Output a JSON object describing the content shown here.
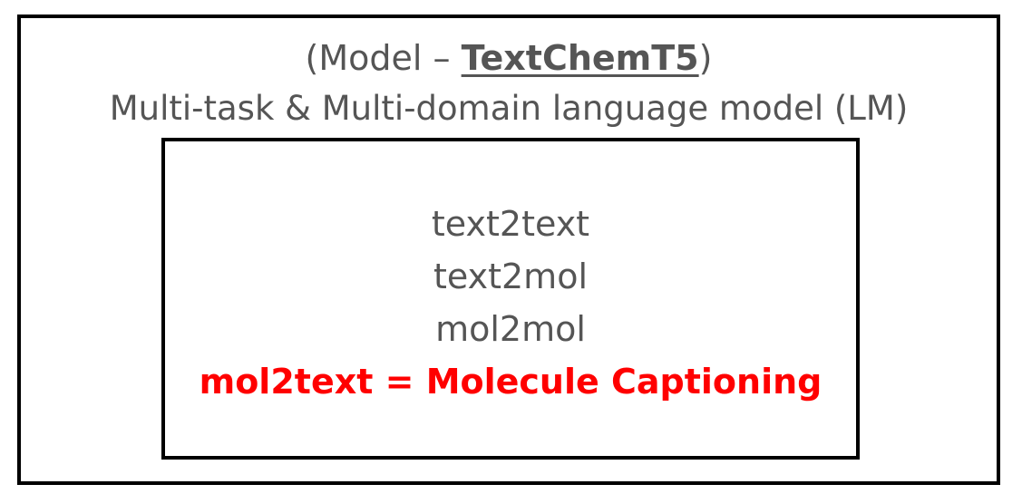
{
  "header": {
    "model_prefix": "(Model – ",
    "model_name": "TextChemT5",
    "model_suffix": ")",
    "subtitle": "Multi-task & Multi-domain language model (LM)"
  },
  "tasks": [
    {
      "label": "text2text"
    },
    {
      "label": "text2mol"
    },
    {
      "label": "mol2mol"
    },
    {
      "label": "mol2text = Molecule Captioning"
    }
  ],
  "colors": {
    "text": "#555555",
    "highlight": "#ff0000",
    "border": "#000000"
  }
}
